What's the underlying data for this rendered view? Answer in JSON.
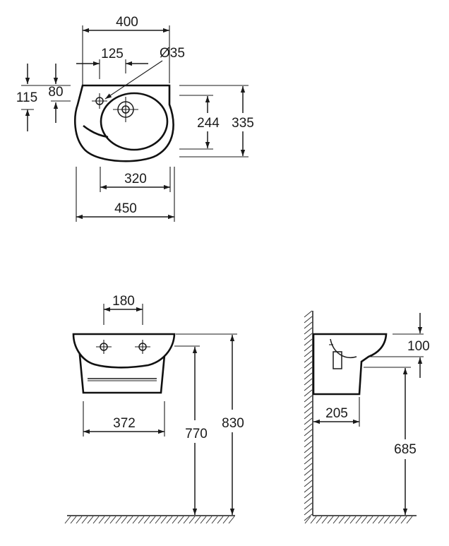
{
  "dimensions": {
    "top_width": "400",
    "tap_offset": "125",
    "tap_hole_diameter": "Ø35",
    "depth_outer": "115",
    "depth_inner": "80",
    "bowl_depth": "244",
    "total_depth": "335",
    "bowl_width": "320",
    "total_width": "450",
    "tap_spacing": "180",
    "pedestal_width": "372",
    "rim_height": "770",
    "total_height": "830",
    "rim_thickness": "100",
    "wall_projection": "205",
    "mount_height": "685"
  },
  "colors": {
    "line": "#1a1a1a",
    "background": "#ffffff"
  }
}
